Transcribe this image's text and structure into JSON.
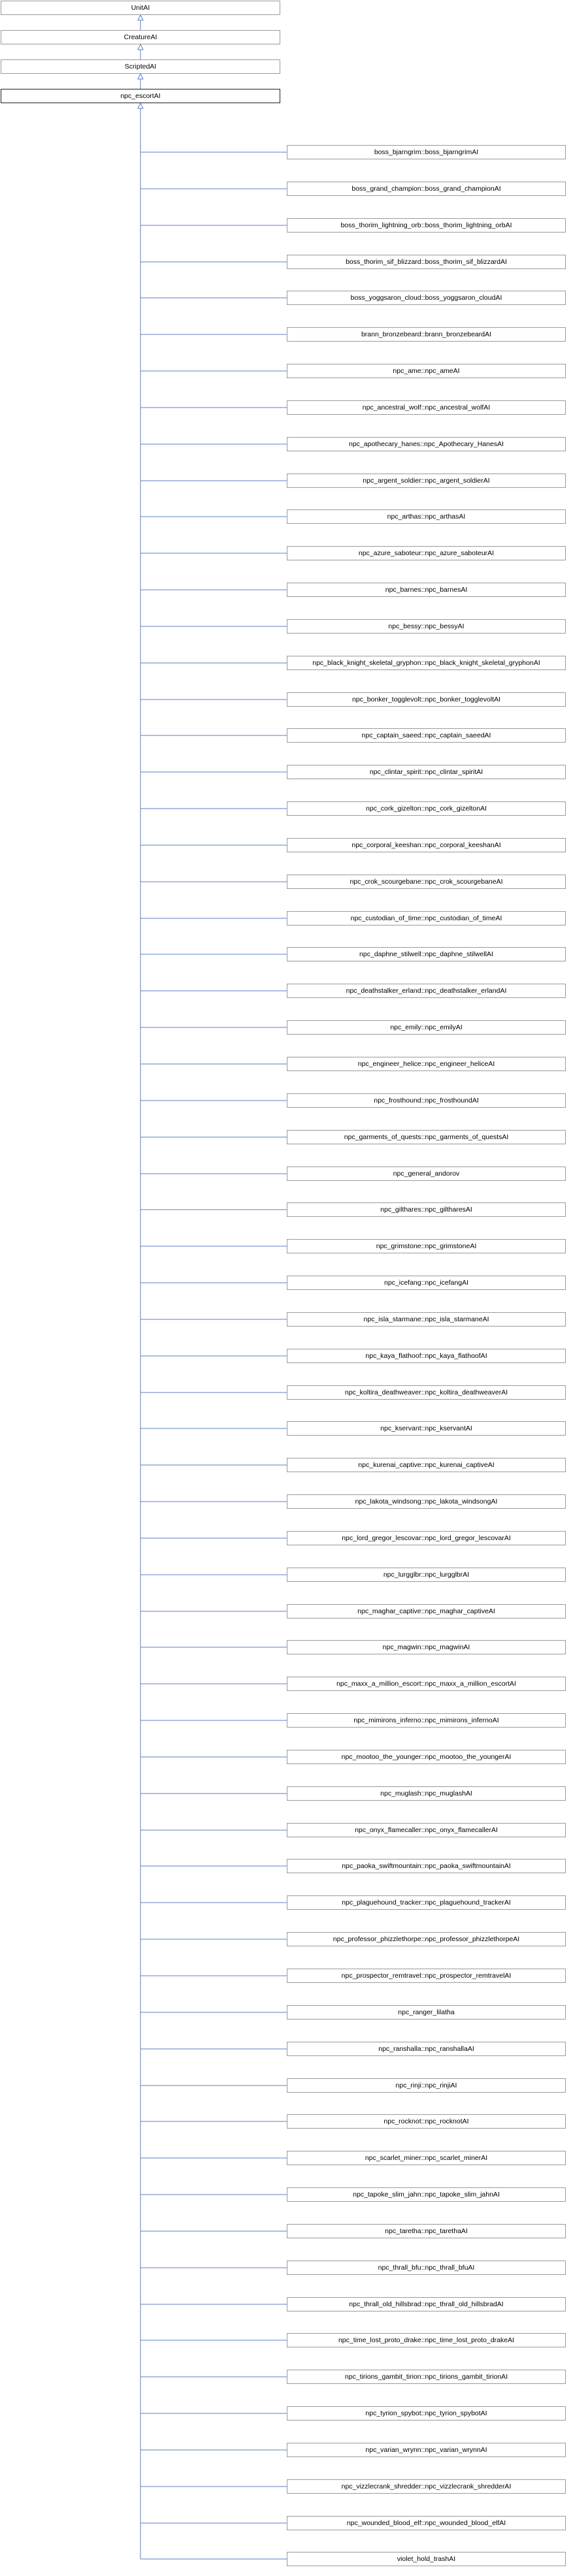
{
  "chain": [
    "UnitAI",
    "CreatureAI",
    "ScriptedAI",
    "npc_escortAI"
  ],
  "current": "npc_escortAI",
  "children": [
    "boss_bjarngrim::boss_bjarngrimAI",
    "boss_grand_champion::boss_grand_championAI",
    "boss_thorim_lightning_orb::boss_thorim_lightning_orbAI",
    "boss_thorim_sif_blizzard::boss_thorim_sif_blizzardAI",
    "boss_yoggsaron_cloud::boss_yoggsaron_cloudAI",
    "brann_bronzebeard::brann_bronzebeardAI",
    "npc_ame::npc_ameAI",
    "npc_ancestral_wolf::npc_ancestral_wolfAI",
    "npc_apothecary_hanes::npc_Apothecary_HanesAI",
    "npc_argent_soldier::npc_argent_soldierAI",
    "npc_arthas::npc_arthasAI",
    "npc_azure_saboteur::npc_azure_saboteurAI",
    "npc_barnes::npc_barnesAI",
    "npc_bessy::npc_bessyAI",
    "npc_black_knight_skeletal_gryphon::npc_black_knight_skeletal_gryphonAI",
    "npc_bonker_togglevolt::npc_bonker_togglevoltAI",
    "npc_captain_saeed::npc_captain_saeedAI",
    "npc_clintar_spirit::npc_clintar_spiritAI",
    "npc_cork_gizelton::npc_cork_gizeltonAI",
    "npc_corporal_keeshan::npc_corporal_keeshanAI",
    "npc_crok_scourgebane::npc_crok_scourgebaneAI",
    "npc_custodian_of_time::npc_custodian_of_timeAI",
    "npc_daphne_stilwell::npc_daphne_stilwellAI",
    "npc_deathstalker_erland::npc_deathstalker_erlandAI",
    "npc_emily::npc_emilyAI",
    "npc_engineer_helice::npc_engineer_heliceAI",
    "npc_frosthound::npc_frosthoundAI",
    "npc_garments_of_quests::npc_garments_of_questsAI",
    "npc_general_andorov",
    "npc_gilthares::npc_giltharesAI",
    "npc_grimstone::npc_grimstoneAI",
    "npc_icefang::npc_icefangAI",
    "npc_isla_starmane::npc_isla_starmaneAI",
    "npc_kaya_flathoof::npc_kaya_flathoofAI",
    "npc_koltira_deathweaver::npc_koltira_deathweaverAI",
    "npc_kservant::npc_kservantAI",
    "npc_kurenai_captive::npc_kurenai_captiveAI",
    "npc_lakota_windsong::npc_lakota_windsongAI",
    "npc_lord_gregor_lescovar::npc_lord_gregor_lescovarAI",
    "npc_lurgglbr::npc_lurgglbrAI",
    "npc_maghar_captive::npc_maghar_captiveAI",
    "npc_magwin::npc_magwinAI",
    "npc_maxx_a_million_escort::npc_maxx_a_million_escortAI",
    "npc_mimirons_inferno::npc_mimirons_infernoAI",
    "npc_mootoo_the_younger::npc_mootoo_the_youngerAI",
    "npc_muglash::npc_muglashAI",
    "npc_onyx_flamecaller::npc_onyx_flamecallerAI",
    "npc_paoka_swiftmountain::npc_paoka_swiftmountainAI",
    "npc_plaguehound_tracker::npc_plaguehound_trackerAI",
    "npc_professor_phizzlethorpe::npc_professor_phizzlethorpeAI",
    "npc_prospector_remtravel::npc_prospector_remtravelAI",
    "npc_ranger_lilatha",
    "npc_ranshalla::npc_ranshallaAI",
    "npc_rinji::npc_rinjiAI",
    "npc_rocknot::npc_rocknotAI",
    "npc_scarlet_miner::npc_scarlet_minerAI",
    "npc_tapoke_slim_jahn::npc_tapoke_slim_jahnAI",
    "npc_taretha::npc_tarethaAI",
    "npc_thrall_bfu::npc_thrall_bfuAI",
    "npc_thrall_old_hillsbrad::npc_thrall_old_hillsbradAI",
    "npc_time_lost_proto_drake::npc_time_lost_proto_drakeAI",
    "npc_tirions_gambit_tirion::npc_tirions_gambit_tirionAI",
    "npc_tyrion_spybot::npc_tyrion_spybotAI",
    "npc_varian_wrynn::npc_varian_wrynnAI",
    "npc_vizzlecrank_shredder::npc_vizzlecrank_shredderAI",
    "npc_wounded_blood_elf::npc_wounded_blood_elfAI",
    "violet_hold_trashAI"
  ],
  "colors": {
    "edge": "#5b7fc4",
    "node_border": "#9a9a9a",
    "current_border": "#202020"
  }
}
